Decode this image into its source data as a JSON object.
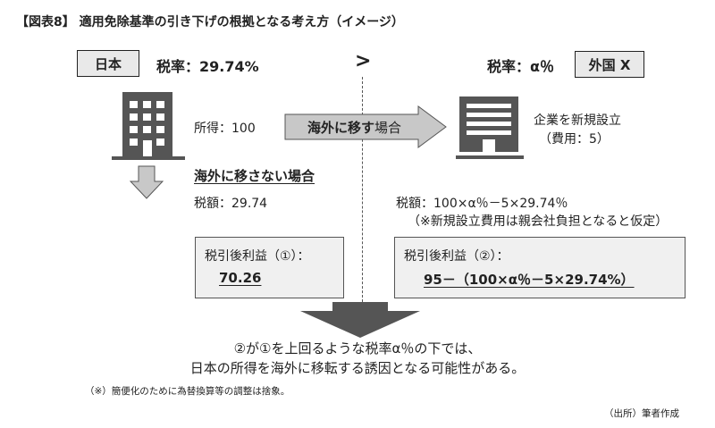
{
  "title": "【図表8】 適用免除基準の引き下げの根拠となる考え方（イメージ）",
  "japan": {
    "label": "日本",
    "tax_rate": "税率：29.74%",
    "income": "所得：100",
    "no_move_case": "海外に移さない場合",
    "tax_amount": "税額：29.74",
    "after_tax_label": "税引後利益（①）：",
    "after_tax_value": "70.26"
  },
  "compare_symbol": ">",
  "foreign": {
    "label": "外国 X",
    "tax_rate": "税率：α％",
    "move_case_bold": "海外に移す",
    "move_case_rest": "場合",
    "new_company_line1": "企業を新規設立",
    "new_company_line2": "（費用：5）",
    "tax_amount": "税額：100×α％－5×29.74％",
    "tax_note": "（※新規設立費用は親会社負担となると仮定）",
    "after_tax_label": "税引後利益（②）：",
    "after_tax_value": "95－（100×α％－5×29.74%）"
  },
  "conclusion": {
    "line1": "②が①を上回るような税率α％の下では、",
    "line2": "日本の所得を海外に移転する誘因となる可能性がある。"
  },
  "footnote": "（※）簡便化のために為替換算等の調整は捨象。",
  "source": "（出所）筆者作成",
  "colors": {
    "box_fill": "#e9e9e9",
    "arrow_fill": "#c8c8c8",
    "dark": "#555555"
  }
}
